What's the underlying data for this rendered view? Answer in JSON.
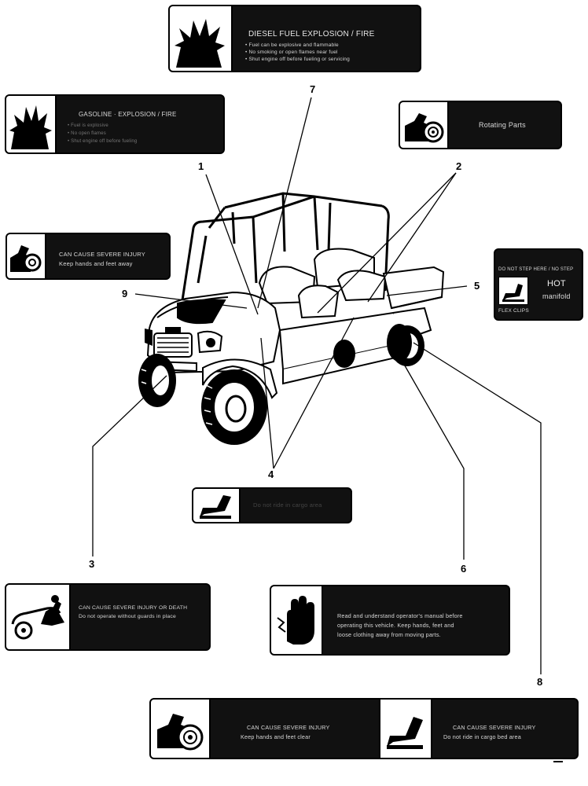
{
  "decals": {
    "top": {
      "title": "DIESEL FUEL EXPLOSION / FIRE",
      "lines": [
        "• Fuel can be explosive and flammable",
        "• No smoking or open flames near fuel",
        "• Shut engine off before fueling or servicing"
      ],
      "icon": "explosion-icon"
    },
    "upper_left": {
      "title": "GASOLINE · EXPLOSION / FIRE",
      "lines": [
        "• Fuel is explosive",
        "• No open flames",
        "• Shut engine off before fueling"
      ],
      "icon": "explosion-icon"
    },
    "upper_right": {
      "text": "Rotating Parts",
      "icon": "rotating-parts-icon"
    },
    "mid_left": {
      "lines": [
        "CAN CAUSE SEVERE INJURY",
        "Keep hands and feet away"
      ],
      "icon": "rotating-parts-icon"
    },
    "mid_right": {
      "top_text": "DO NOT STEP HERE / NO STEP",
      "hot": "HOT",
      "manifold": "manifold",
      "bottom_text": "FLEX CLIPS",
      "icon": "seat-hazard-icon"
    },
    "center": {
      "text": "Do not ride in cargo area",
      "icon": "seat-hazard-icon"
    },
    "lower_left": {
      "lines": [
        "CAN CAUSE SEVERE INJURY OR DEATH",
        "Do not operate without guards in place"
      ],
      "icon": "rollover-icon"
    },
    "lower_right": {
      "lines": [
        "Read and understand operator's manual before",
        "operating this vehicle. Keep hands, feet and",
        "loose clothing away from moving parts."
      ],
      "icon": "hand-warning-icon"
    },
    "bottom_a": {
      "lines": [
        "CAN CAUSE SEVERE INJURY",
        "Keep hands and feet clear"
      ],
      "icon": "rotating-parts-icon"
    },
    "bottom_b": {
      "lines": [
        "CAN CAUSE SEVERE INJURY",
        "Do not ride in cargo bed area"
      ],
      "icon": "seat-hazard-icon"
    }
  },
  "callouts": {
    "c1": "1",
    "c2": "2",
    "c3": "3",
    "c4": "4",
    "c5": "5",
    "c6": "6",
    "c7": "7",
    "c8": "8",
    "c9": "9"
  },
  "vehicle": {
    "icon": "utility-vehicle-illustration"
  }
}
